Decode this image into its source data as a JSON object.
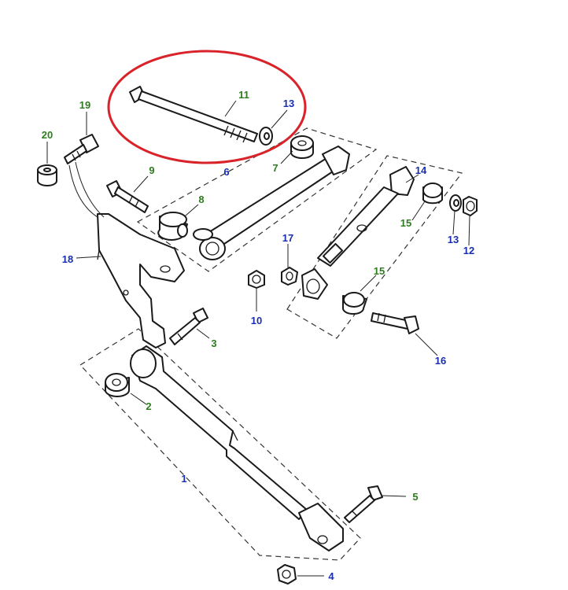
{
  "colors": {
    "green": "#2e7d1e",
    "blue": "#1a2fb0",
    "highlight": "#d9232a"
  },
  "highlight": {
    "items": [
      "11",
      "13"
    ],
    "shape": "ellipse"
  },
  "labels": {
    "l1": "1",
    "l2": "2",
    "l3": "3",
    "l4": "4",
    "l5": "5",
    "l6": "6",
    "l7": "7",
    "l8": "8",
    "l9": "9",
    "l10": "10",
    "l11": "11",
    "l12": "12",
    "l13a": "13",
    "l13b": "13",
    "l14": "14",
    "l15a": "15",
    "l15b": "15",
    "l16": "16",
    "l17": "17",
    "l18": "18",
    "l19": "19",
    "l20": "20"
  },
  "label_colors": {
    "l1": "blue",
    "l2": "green",
    "l3": "green",
    "l4": "blue",
    "l5": "green",
    "l6": "blue",
    "l7": "green",
    "l8": "green",
    "l9": "green",
    "l10": "blue",
    "l11": "green",
    "l12": "blue",
    "l13a": "blue",
    "l13b": "blue",
    "l14": "blue",
    "l15a": "green",
    "l15b": "green",
    "l16": "blue",
    "l17": "blue",
    "l18": "blue",
    "l19": "green",
    "l20": "green"
  }
}
